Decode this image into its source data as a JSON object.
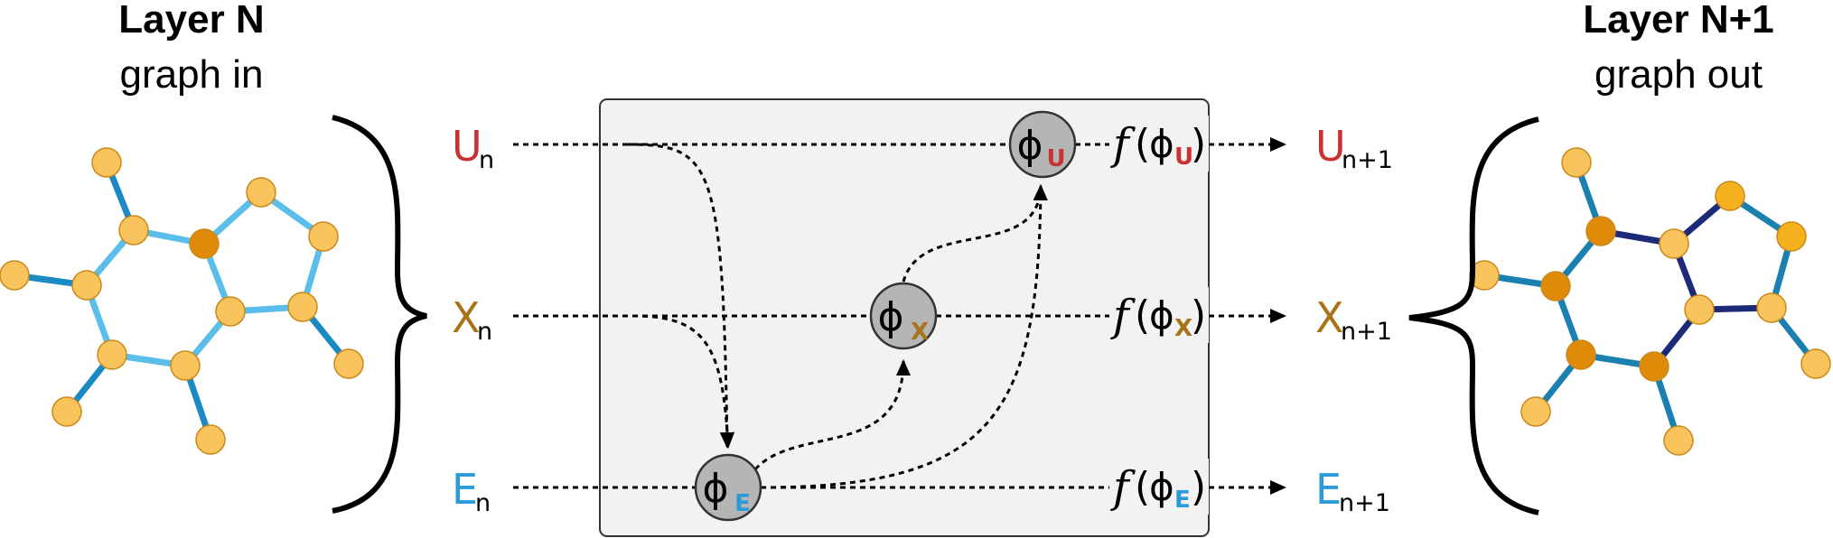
{
  "left_title": {
    "bold": "Layer N",
    "regular": "graph in"
  },
  "right_title": {
    "bold": "Layer N+1",
    "regular": "graph out"
  },
  "inputs": [
    {
      "letter": "U",
      "sub": "n",
      "color": "#c83232"
    },
    {
      "letter": "X",
      "sub": "n",
      "color": "#a8741a"
    },
    {
      "letter": "E",
      "sub": "n",
      "color": "#2a9ad8"
    }
  ],
  "outputs": [
    {
      "letter": "U",
      "sub": "n+1",
      "color": "#c83232"
    },
    {
      "letter": "X",
      "sub": "n+1",
      "color": "#a8741a"
    },
    {
      "letter": "E",
      "sub": "n+1",
      "color": "#2a9ad8"
    }
  ],
  "nodes": {
    "u": {
      "phi": "ϕ",
      "sub": "U",
      "color": "#c83232"
    },
    "x": {
      "phi": "ϕ",
      "sub": "X",
      "color": "#a8741a"
    },
    "e": {
      "phi": "ϕ",
      "sub": "E",
      "color": "#2a9ad8"
    }
  },
  "functions": {
    "f": "f",
    "phi": "ϕ",
    "open": "(",
    "close": ")"
  },
  "colors": {
    "node_in": "#f9c45c",
    "node_out_light": "#f9c45c",
    "node_out_dark": "#e08a0a",
    "edge_in": "#5bbde9",
    "edge_in_dark": "#1b8ac4",
    "edge_out_teal": "#1a80b0",
    "edge_out_navy": "#1c2a78",
    "box_fill": "#f2f2f2",
    "phi_fill": "#b5b5b5"
  }
}
